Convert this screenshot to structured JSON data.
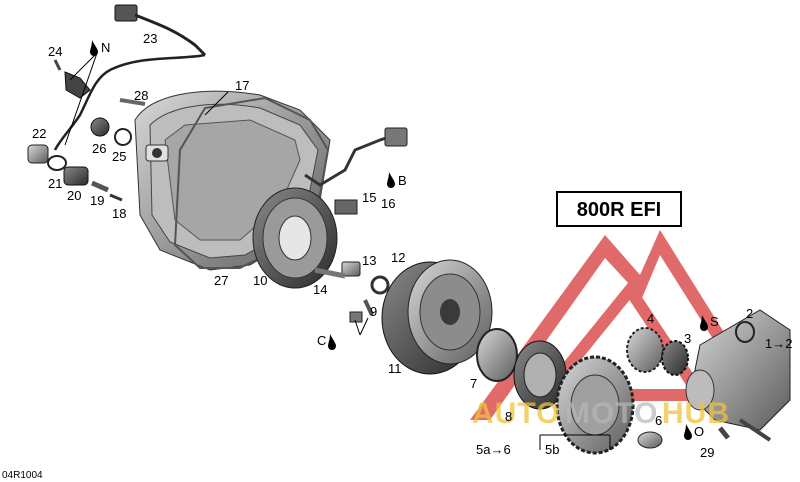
{
  "diagram": {
    "drawing_code": "04R1004",
    "model_label": "800R EFI",
    "watermark": {
      "left": "AUTO",
      "middle": "MOTO",
      "right": "HUB"
    },
    "callouts": [
      "1",
      "1→2",
      "2",
      "3",
      "4",
      "5a→6",
      "5b",
      "6",
      "7",
      "8",
      "9",
      "10",
      "11",
      "12",
      "13",
      "14",
      "15",
      "16",
      "17",
      "18",
      "19",
      "20",
      "21",
      "22",
      "23",
      "24",
      "25",
      "26",
      "27",
      "28",
      "29"
    ],
    "lubricant_marks": [
      "N",
      "B",
      "C",
      "S",
      "O"
    ]
  }
}
